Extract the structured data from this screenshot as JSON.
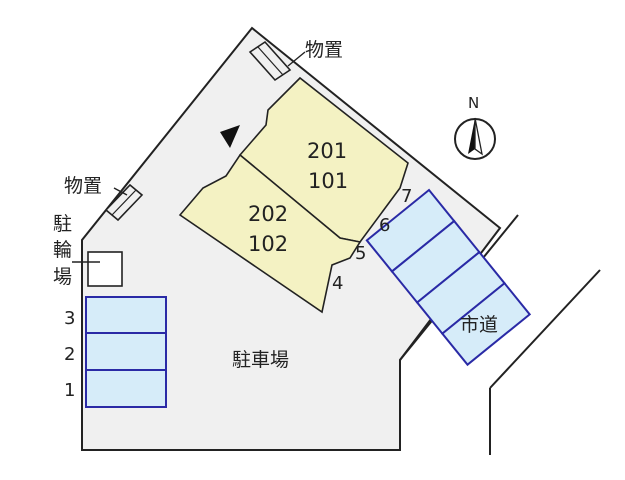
{
  "labels": {
    "storage_top": "物置",
    "storage_left": "物置",
    "bicycle_parking_line1": "駐",
    "bicycle_parking_line2": "輪",
    "bicycle_parking_line3": "場",
    "parking_lot": "駐車場",
    "city_road": "市道",
    "north": "N"
  },
  "units": {
    "upper_top": "201",
    "upper_bottom": "101",
    "lower_top": "202",
    "lower_bottom": "102"
  },
  "left_spaces": [
    "3",
    "2",
    "1"
  ],
  "right_spaces": [
    "4",
    "5",
    "6",
    "7"
  ],
  "colors": {
    "lot_fill": "#f0f0f0",
    "building_fill": "#f4f2c3",
    "parking_fill": "#d6ecf9",
    "parking_stroke": "#2a2aa6",
    "outline": "#222222"
  }
}
